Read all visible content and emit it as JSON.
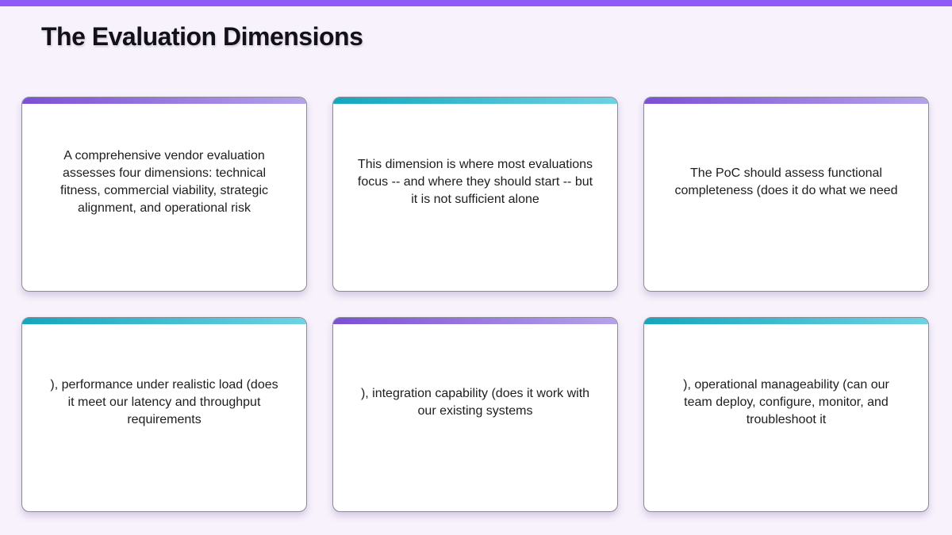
{
  "page": {
    "title": "The Evaluation Dimensions",
    "background_color": "#f8f2fc",
    "topbar_color": "#8b5cf6"
  },
  "accent_colors": {
    "purple": {
      "from": "#7c4fd6",
      "to": "#b4a2ea"
    },
    "teal": {
      "from": "#14a6be",
      "to": "#6ed2e2"
    }
  },
  "cards": [
    {
      "accent": "purple",
      "text": "A comprehensive vendor evaluation assesses four dimensions: technical fitness, commercial viability, strategic alignment, and operational risk"
    },
    {
      "accent": "teal",
      "text": "This dimension is where most evaluations focus -- and where they should start -- but it is not sufficient alone"
    },
    {
      "accent": "purple",
      "text": "The PoC should assess functional completeness (does it do what we need"
    },
    {
      "accent": "teal",
      "text": "), performance under realistic load (does it meet our latency and throughput requirements"
    },
    {
      "accent": "purple",
      "text": "), integration capability (does it work with our existing systems"
    },
    {
      "accent": "teal",
      "text": "), operational manageability (can our team deploy, configure, monitor, and troubleshoot it"
    }
  ]
}
